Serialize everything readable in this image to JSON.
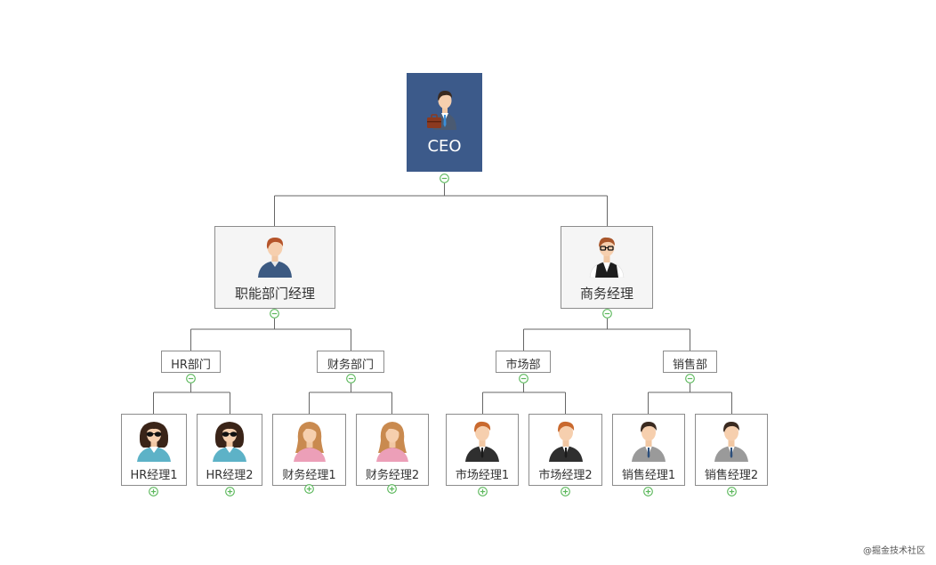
{
  "diagram": {
    "root": {
      "label": "CEO",
      "icon": "businessman-briefcase-icon"
    },
    "managers": [
      {
        "label": "职能部门经理",
        "icon": "man-sweater-avatar-icon"
      },
      {
        "label": "商务经理",
        "icon": "man-glasses-vest-avatar-icon"
      }
    ],
    "departments": [
      {
        "label": "HR部门"
      },
      {
        "label": "财务部门"
      },
      {
        "label": "市场部"
      },
      {
        "label": "销售部"
      }
    ],
    "staff": [
      {
        "label": "HR经理1",
        "icon": "woman-sunglasses-avatar-icon"
      },
      {
        "label": "HR经理2",
        "icon": "woman-sunglasses-avatar-icon"
      },
      {
        "label": "财务经理1",
        "icon": "woman-avatar-icon"
      },
      {
        "label": "财务经理2",
        "icon": "woman-avatar-icon"
      },
      {
        "label": "市场经理1",
        "icon": "man-suit-avatar-icon"
      },
      {
        "label": "市场经理2",
        "icon": "man-suit-avatar-icon"
      },
      {
        "label": "销售经理1",
        "icon": "man-grey-suit-avatar-icon"
      },
      {
        "label": "销售经理2",
        "icon": "man-grey-suit-avatar-icon"
      }
    ],
    "colors": {
      "ceo_background": "#3c5a8a",
      "toggle": "#5cb85c",
      "connector": "#666666",
      "node_border": "#8c8c8c"
    }
  },
  "watermark": "@掘金技术社区"
}
